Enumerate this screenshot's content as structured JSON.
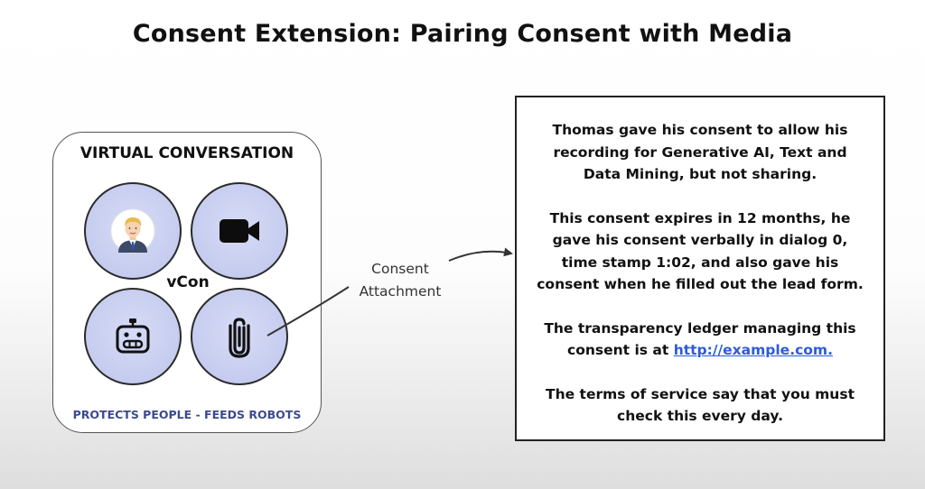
{
  "title": "Consent Extension: Pairing Consent with Media",
  "vcon": {
    "heading": "VIRTUAL CONVERSATION",
    "center_label": "vCon",
    "tagline": "PROTECTS PEOPLE - FEEDS ROBOTS",
    "icons": [
      "person-avatar",
      "video-camera",
      "robot",
      "paperclip"
    ]
  },
  "attachment_label": {
    "line1": "Consent",
    "line2": "Attachment"
  },
  "info": {
    "p1": "Thomas gave his consent to allow his recording for Generative AI, Text and Data Mining, but not sharing.",
    "p2": "This consent expires in 12 months, he gave his consent verbally in dialog 0, time stamp 1:02, and also gave his consent when he filled out the lead form.",
    "p3_prefix": "The transparency ledger managing this consent is at ",
    "p3_link": "http://example.com.",
    "p4": "The terms of service say that you must check this every day."
  },
  "colors": {
    "circle_fill": "#c6ccef",
    "tagline": "#3d4a8c",
    "link": "#2d5bd7"
  }
}
